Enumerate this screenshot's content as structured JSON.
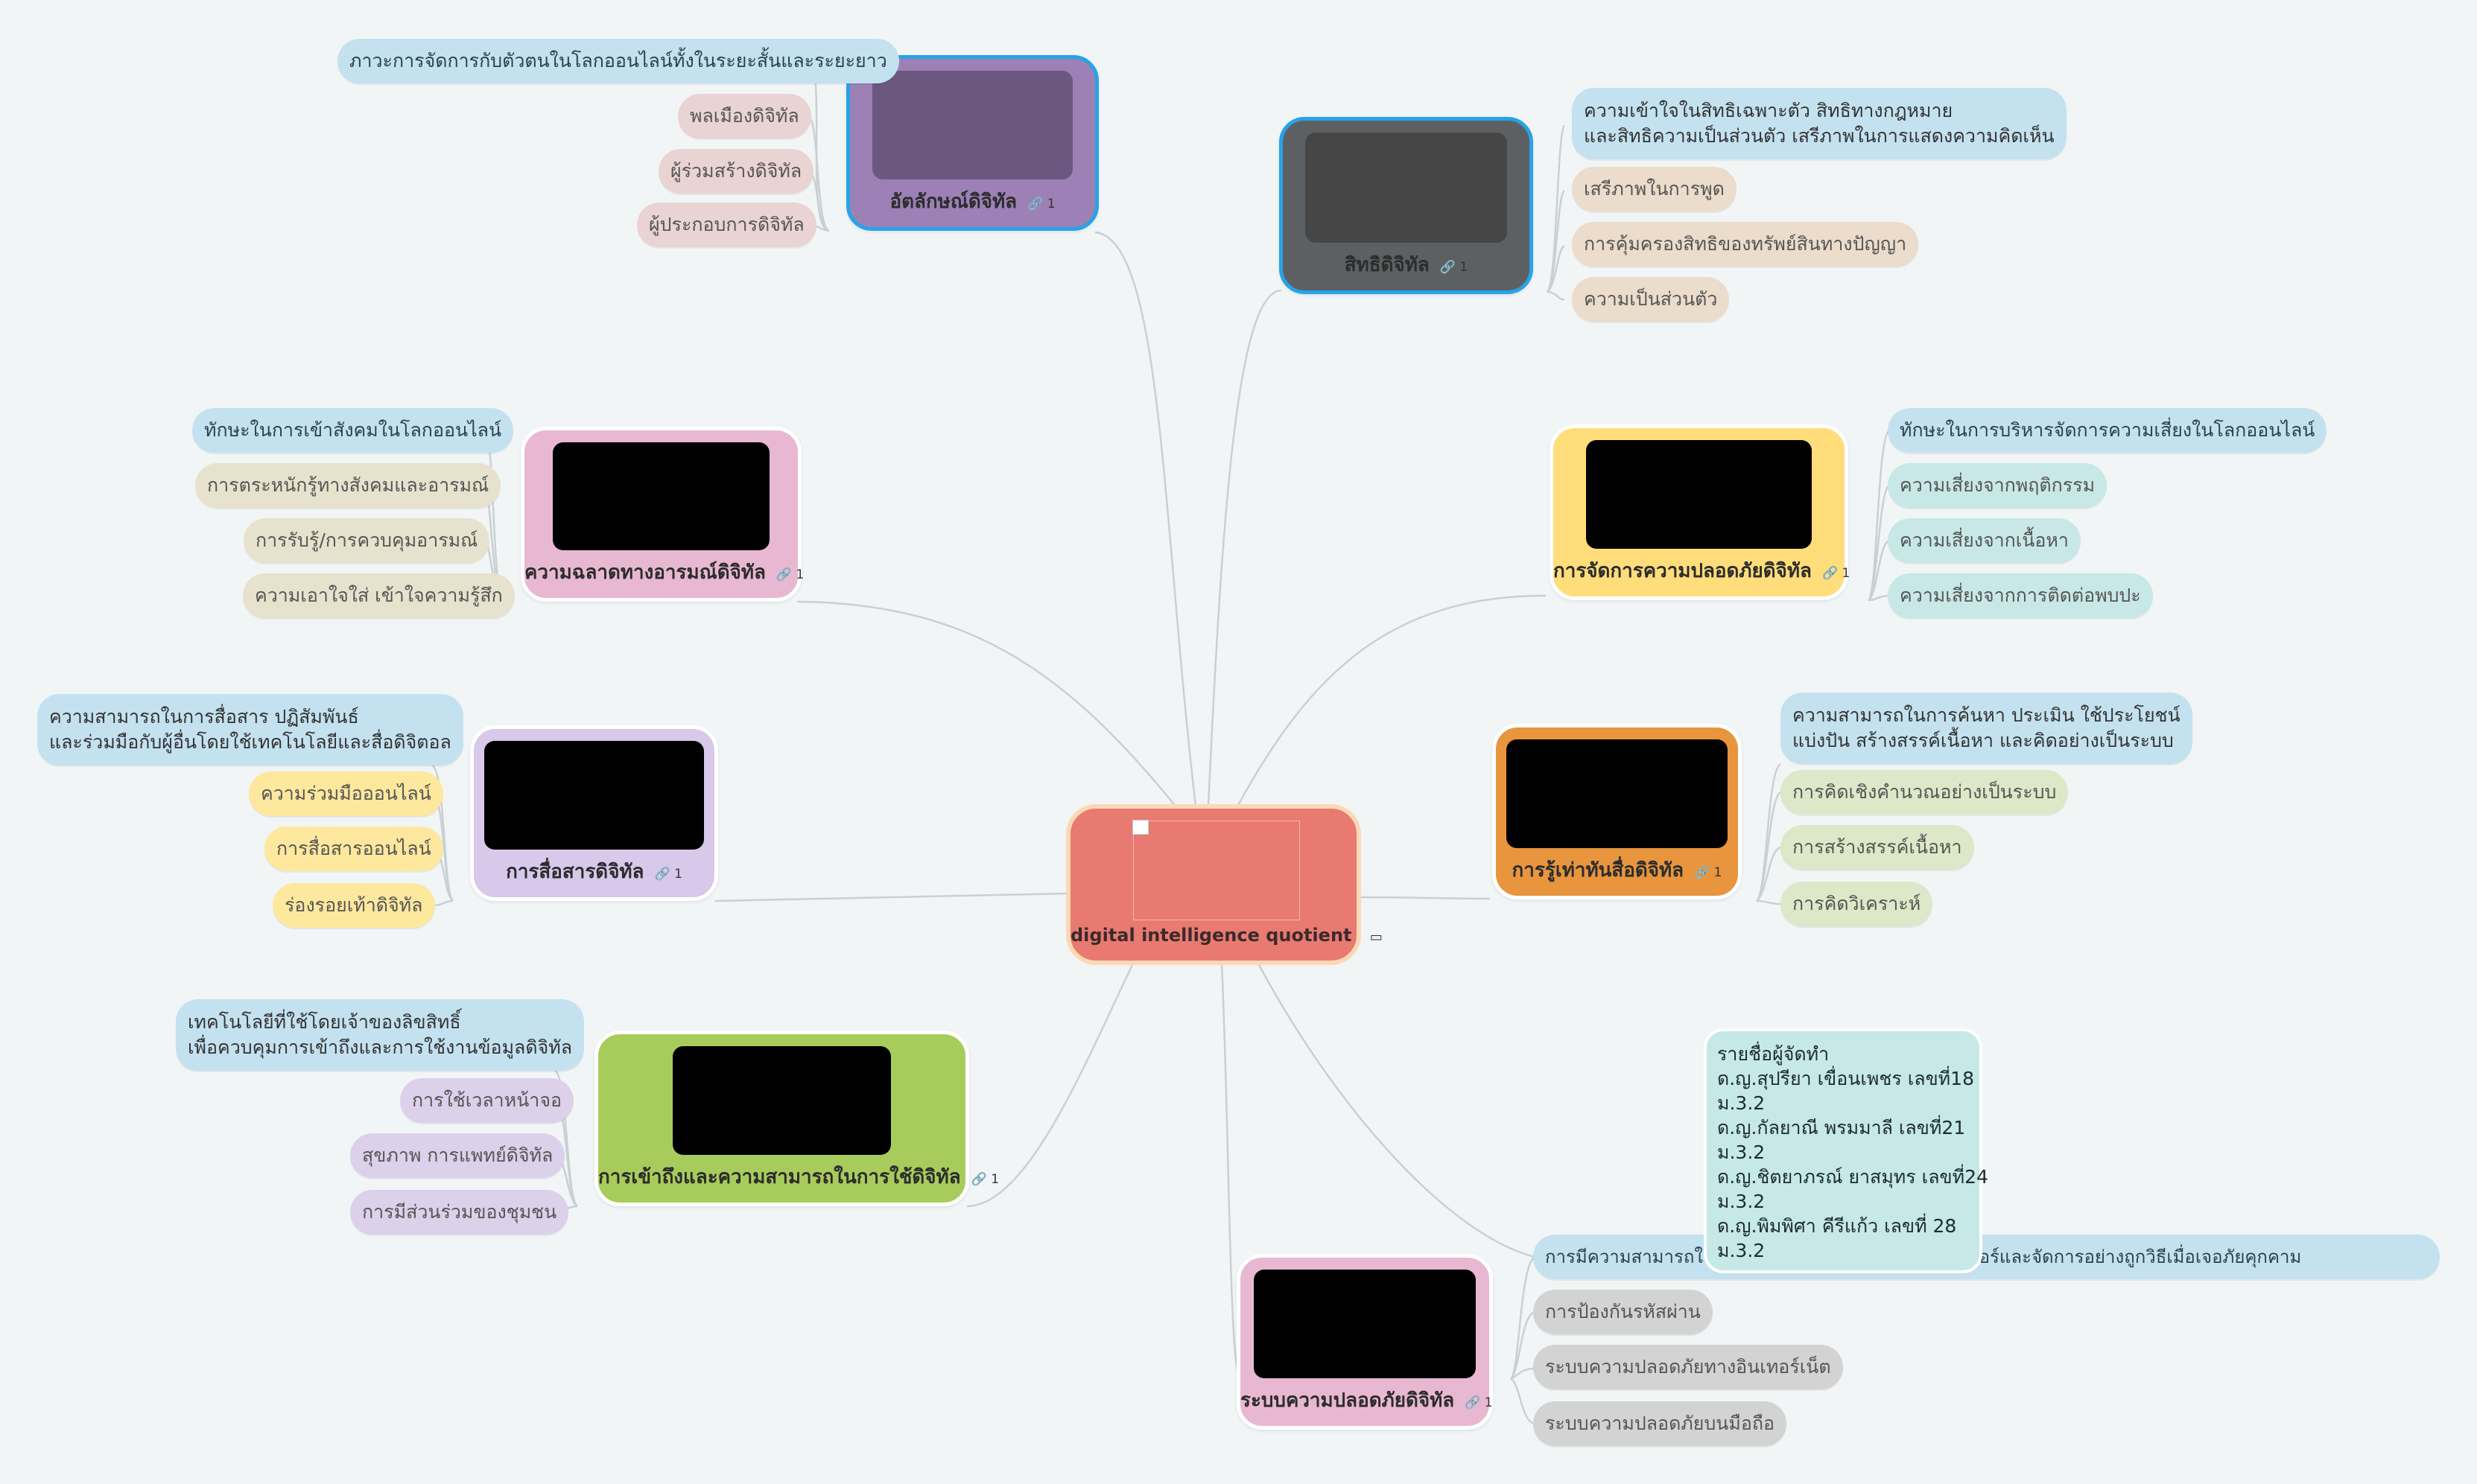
{
  "center": {
    "title": "digital intelligence quotient",
    "note_icon": "note-icon"
  },
  "topics": {
    "identity": {
      "label": "อัตลักษณ์ดิจิทัล",
      "badge": "1",
      "color": "#9c80b6",
      "image": "#6a5880",
      "leaves": [
        "ภาวะการจัดการกับตัวตนในโลกออนไลน์ทั้งในระยะสั้นและระยะยาว",
        "พลเมืองดิจิทัล",
        "ผู้ร่วมสร้างดิจิทัล",
        "ผู้ประกอบการดิจิทัล"
      ]
    },
    "rights": {
      "label": "สิทธิดิจิทัล",
      "badge": "1",
      "color": "#5d6062",
      "image": "#464646",
      "leaves": [
        "ความเข้าใจในสิทธิเฉพาะตัว สิทธิทางกฎหมาย",
        "และสิทธิความเป็นส่วนตัว เสรีภาพในการแสดงความคิดเห็น",
        "เสรีภาพในการพูด",
        "การคุ้มครองสิทธิของทรัพย์สินทางปัญญา",
        "ความเป็นส่วนตัว"
      ]
    },
    "emotion": {
      "label": "ความฉลาดทางอารมณ์ดิจิทัล",
      "badge": "1",
      "color": "#e8b8d2",
      "leaves": [
        "ทักษะในการเข้าสังคมในโลกออนไลน์",
        "การตระหนักรู้ทางสังคมและอารมณ์",
        "การรับรู้/การควบคุมอารมณ์",
        "ความเอาใจใส่ เข้าใจความรู้สึก"
      ]
    },
    "safety_mgmt": {
      "label": "การจัดการความปลอดภัยดิจิทัล",
      "badge": "1",
      "color": "#ffdd7a",
      "leaves": [
        "ทักษะในการบริหารจัดการความเสี่ยงในโลกออนไลน์",
        "ความเสี่ยงจากพฤติกรรม",
        "ความเสี่ยงจากเนื้อหา",
        "ความเสี่ยงจากการติดต่อพบปะ"
      ]
    },
    "communication": {
      "label": "การสื่อสารดิจิทัล",
      "badge": "1",
      "color": "#d8c8ea",
      "leaves": [
        "ความสามารถในการสื่อสาร ปฏิสัมพันธ์",
        "และร่วมมือกับผู้อื่นโดยใช้เทคโนโลยีและสื่อดิจิตอล",
        "ความร่วมมือออนไลน์",
        "การสื่อสารออนไลน์",
        "ร่องรอยเท้าดิจิทัล"
      ]
    },
    "literacy": {
      "label": "การรู้เท่าทันสื่อดิจิทัล",
      "badge": "1",
      "color": "#e8953e",
      "leaves": [
        "ความสามารถในการค้นหา ประเมิน ใช้ประโยชน์",
        "แบ่งปัน สร้างสรรค์เนื้อหา และคิดอย่างเป็นระบบ",
        "การคิดเชิงคำนวณอย่างเป็นระบบ",
        "การสร้างสรรค์เนื้อหา",
        "การคิดวิเคราะห์"
      ]
    },
    "access": {
      "label": "การเข้าถึงและความสามารถในการใช้ดิจิทัล",
      "badge": "1",
      "color": "#a8cc5c",
      "leaves": [
        "เทคโนโลยีที่ใช้โดยเจ้าของลิขสิทธิ์",
        "เพื่อควบคุมการเข้าถึงและการใช้งานข้อมูลดิจิทัล",
        "การใช้เวลาหน้าจอ",
        "สุขภาพ การแพทย์ดิจิทัล",
        "การมีส่วนร่วมของชุมชน"
      ]
    },
    "security": {
      "label": "ระบบความปลอดภัยดิจิทัล",
      "badge": "1",
      "color": "#e8b8d2",
      "leaves": [
        "การมีความสามารถในการตรวจจับภัยคุกคามในโลกไซเบอร์และจัดการอย่างถูกวิธีเมื่อเจอภัยคุกคาม",
        "การป้องกันรหัสผ่าน",
        "ระบบความปลอดภัยทางอินเทอร์เน็ต",
        "ระบบความปลอดภัยบนมือถือ"
      ]
    }
  },
  "note": {
    "lines": [
      "รายชื่อผู้จัดทำ",
      "ด.ญ.สุปรียา เขื่อนเพชร เลขที่18",
      "ม.3.2",
      "ด.ญ.กัลยาณี พรมมาลี เลขที่21",
      "ม.3.2",
      "ด.ญ.ชิตยาภรณ์ ยาสมุทร เลขที่24",
      "ม.3.2",
      "ด.ญ.พิมพิศา คีรีแก้ว เลขที่ 28",
      "ม.3.2"
    ]
  },
  "colors": {
    "leaf_blue": "#c4e1f0",
    "leaf_pink": "#ead3d3",
    "leaf_tan": "#ebdccb",
    "leaf_beige": "#e7e2cd",
    "leaf_teal": "#c7e8e6",
    "leaf_yellow": "#fde89e",
    "leaf_green": "#dde8c8",
    "leaf_purple": "#ddd0ea",
    "leaf_gray": "#d3d3d3",
    "selected_border": "#27a3e8"
  }
}
